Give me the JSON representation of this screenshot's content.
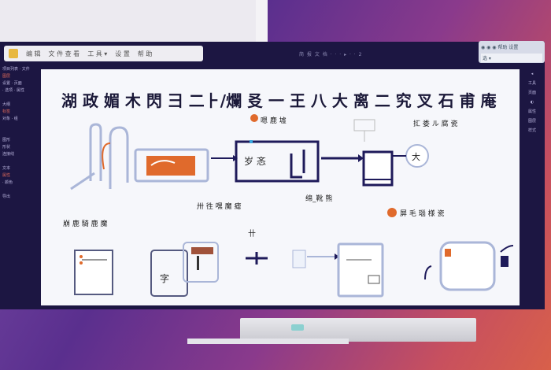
{
  "toolbar": {
    "items": [
      "编 辑",
      "文 件 查 看",
      "工 具 ▾",
      "设 置",
      "帮 助"
    ]
  },
  "top_menu": "简 报 文 档 ·  ·  ·  ▸  ·  · 2",
  "right_panel": {
    "line1": "◉ ◉ ◉ 帮助 设置",
    "line2": "选 ▾"
  },
  "sidebar": {
    "items": [
      "项目列表 · 文件",
      "图层",
      "设置 · 页面",
      "· 选项 · 属性",
      "",
      "大纲",
      "标签",
      "对象 · 组",
      "",
      "",
      "图形",
      "形状",
      "连接线",
      "",
      "文本",
      "属性",
      "· 颜色",
      "",
      "导出"
    ]
  },
  "right_sidebar": {
    "items": [
      "◂",
      "工具",
      "页面",
      "◐",
      "属性",
      "图层",
      "样式"
    ]
  },
  "diagram": {
    "title": "湖 政 媚 木 閃  彐 二⺊/爛 㕛 一 王 八 大 离 二 究 叉 石 甫 庵",
    "labels": {
      "top_center": "嗯 鹿 墟",
      "top_right": "㧟 娄 ル 腐 瓷",
      "box_center": "岁 忞",
      "circle": "大",
      "mid_left": "卅 徃 嘿 魔 瘧",
      "mid_center": "绵_靴 熊",
      "bottom_left": "崩 鹿 騎 鹿 魔",
      "bottom_right": "屏 毛 瑙 様 瓷",
      "small_1": "字",
      "small_2": "卄"
    },
    "colors": {
      "accent": "#e06a2c",
      "navy": "#1e1a5a",
      "light_blue": "#aab6d8"
    }
  }
}
